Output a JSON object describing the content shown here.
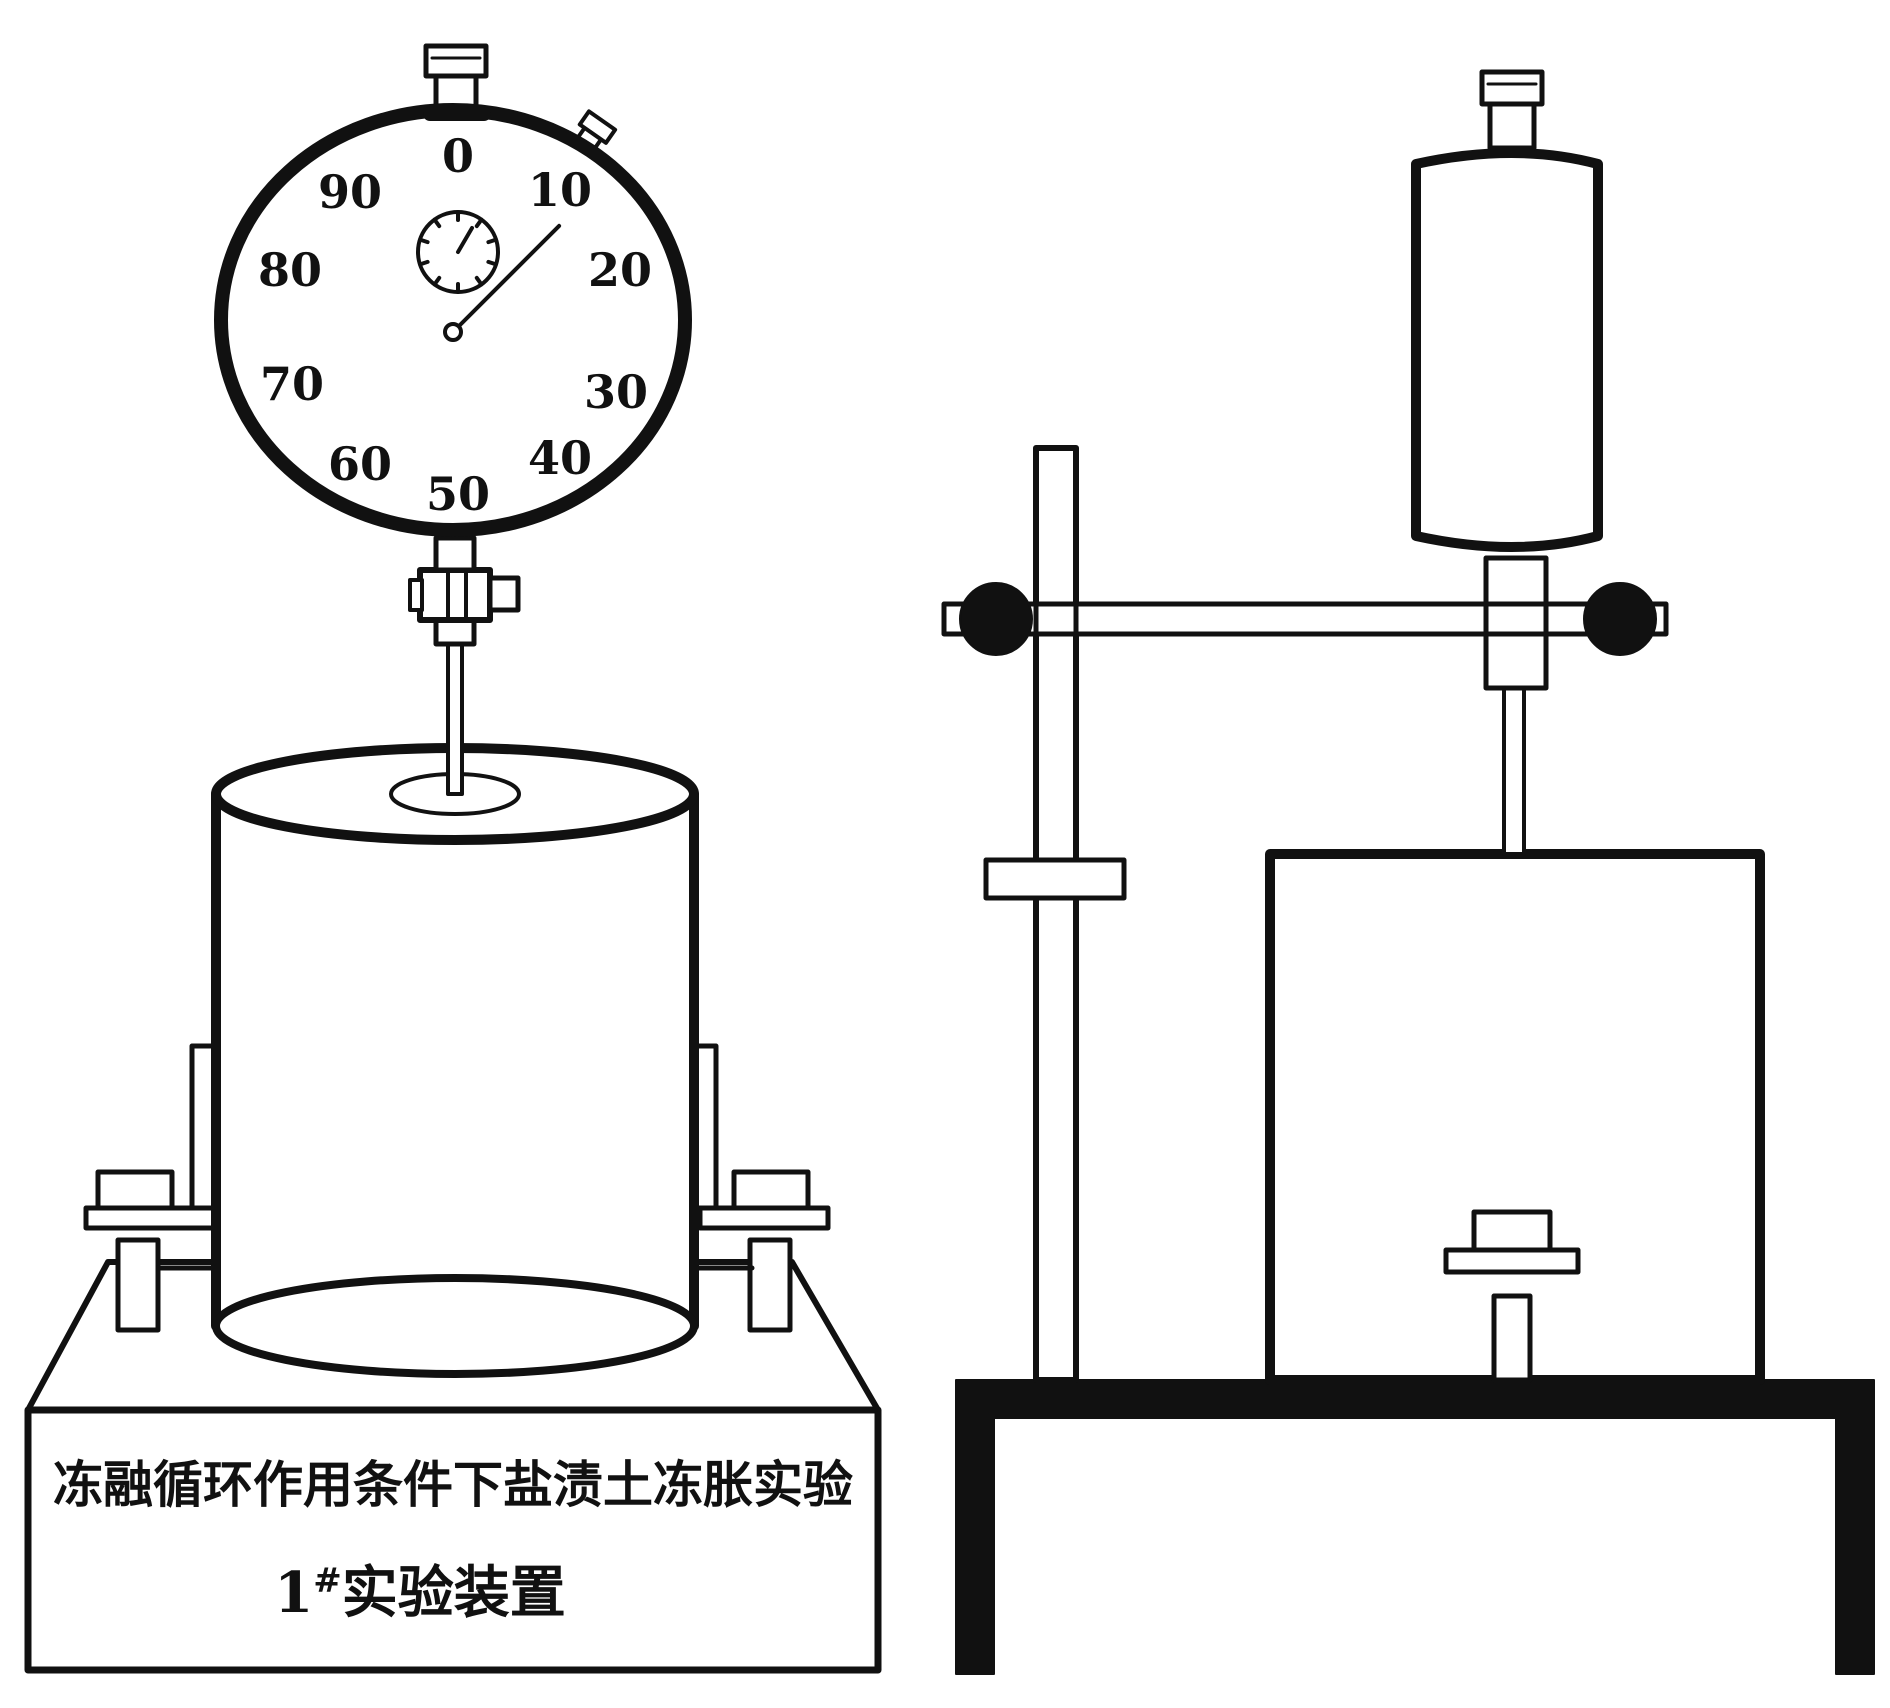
{
  "dial": {
    "scale_labels": [
      "0",
      "10",
      "20",
      "30",
      "40",
      "50",
      "60",
      "70",
      "80",
      "90"
    ],
    "pointer_reading": 12.5
  },
  "base_label": {
    "line1": "冻融循环作用条件下盐渍土冻胀实验",
    "line2_prefix": "1",
    "line2_sup": "#",
    "line2_suffix": "实验装置"
  },
  "colors": {
    "stroke": "#111111",
    "fill": "#ffffff"
  }
}
